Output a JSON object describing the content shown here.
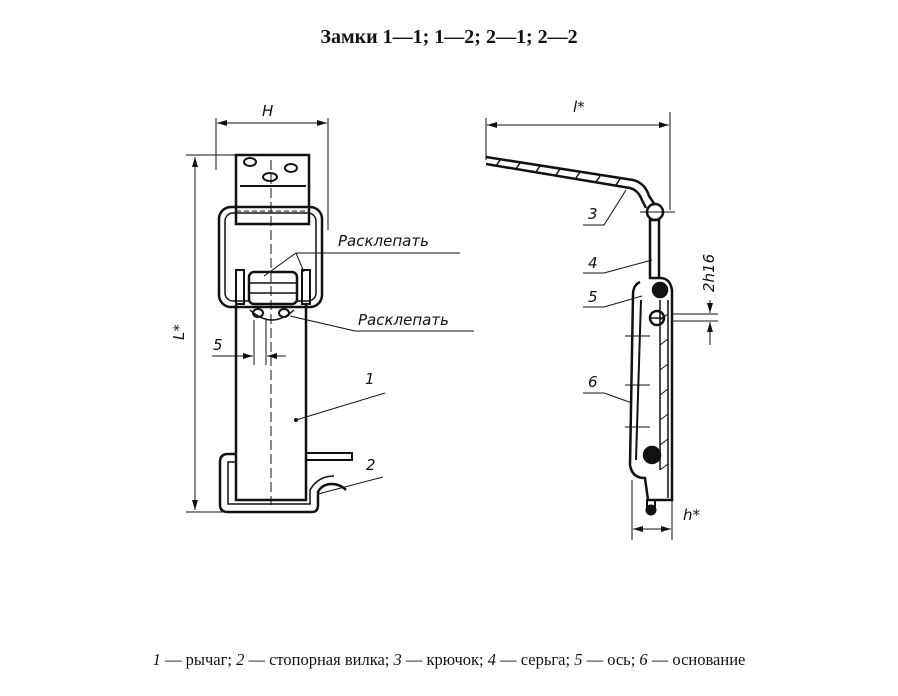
{
  "title": "Замки 1—1; 1—2; 2—1; 2—2",
  "front_view": {
    "dim_width": "H",
    "dim_length": "L*",
    "dim_gap": "5",
    "note_top": "Расклепать",
    "note_bottom": "Расклепать",
    "pos_1": "1",
    "pos_2": "2"
  },
  "side_view": {
    "dim_length": "l*",
    "dim_height": "h*",
    "dim_fit": "2h16",
    "pos_3": "3",
    "pos_4": "4",
    "pos_5": "5",
    "pos_6": "6"
  },
  "caption": [
    {
      "num": "1",
      "text": " — рычаг; "
    },
    {
      "num": "2",
      "text": " — стопорная вилка; "
    },
    {
      "num": "3",
      "text": " — крючок; "
    },
    {
      "num": "4",
      "text": " — серьга; "
    },
    {
      "num": "5",
      "text": " — ось; "
    },
    {
      "num": "6",
      "text": " — основание"
    }
  ]
}
